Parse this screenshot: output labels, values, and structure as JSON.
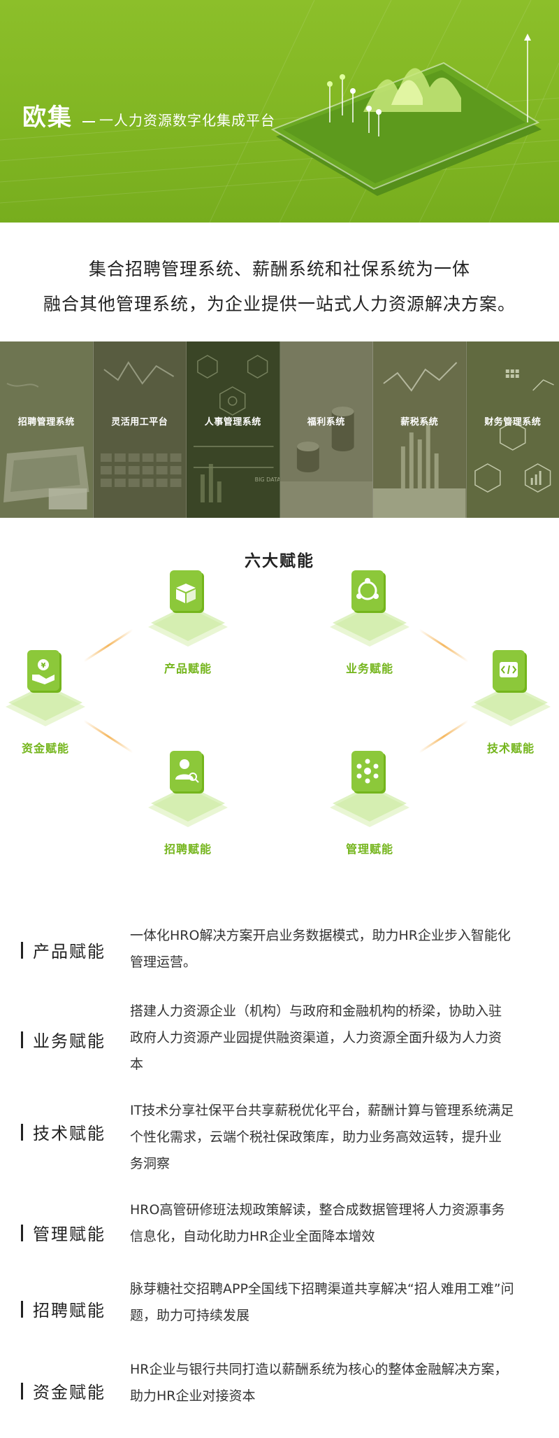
{
  "hero": {
    "brand": "欧集",
    "subtitle": "一人力资源数字化集成平台",
    "accent": "#80b522"
  },
  "intro": {
    "line1": "集合招聘管理系统、薪酬系统和社保系统为一体",
    "line2": "融合其他管理系统，为企业提供一站式人力资源解决方案。"
  },
  "systems": [
    {
      "label": "招聘管理系统",
      "icon": "laptop-icon"
    },
    {
      "label": "灵活用工平台",
      "icon": "keyboard-icon"
    },
    {
      "label": "人事管理系统",
      "icon": "hexagon-network-icon",
      "art_text": "BIG DATA"
    },
    {
      "label": "福利系统",
      "icon": "coins-icon"
    },
    {
      "label": "薪税系统",
      "icon": "bar-chart-icon"
    },
    {
      "label": "财务管理系统",
      "icon": "finance-hexagon-icon"
    }
  ],
  "six": {
    "title": "六大赋能",
    "nodes": [
      {
        "key": "product",
        "label": "产品赋能",
        "icon": "cube-icon"
      },
      {
        "key": "business",
        "label": "业务赋能",
        "icon": "cycle-icon"
      },
      {
        "key": "capital",
        "label": "资金赋能",
        "icon": "money-hand-icon"
      },
      {
        "key": "tech",
        "label": "技术赋能",
        "icon": "code-icon"
      },
      {
        "key": "recruit",
        "label": "招聘赋能",
        "icon": "user-search-icon"
      },
      {
        "key": "manage",
        "label": "管理赋能",
        "icon": "nodes-icon"
      }
    ],
    "colors": {
      "label": "#74b51c",
      "connector": "#f5b860",
      "tile": "#d6f0b0"
    }
  },
  "descriptions": [
    {
      "title": "产品赋能",
      "text": "一体化HRO解决方案开启业务数据模式，助力HR企业步入智能化管理运营。"
    },
    {
      "title": "业务赋能",
      "text": "搭建人力资源企业（机构）与政府和金融机构的桥梁，协助入驻政府人力资源产业园提供融资渠道，人力资源全面升级为人力资本"
    },
    {
      "title": "技术赋能",
      "text": "IT技术分享社保平台共享薪税优化平台，薪酬计算与管理系统满足个性化需求，云端个税社保政策库，助力业务高效运转，提升业务洞察"
    },
    {
      "title": "管理赋能",
      "text": "HRO高管研修班法规政策解读，整合成数据管理将人力资源事务信息化，自动化助力HR企业全面降本增效"
    },
    {
      "title": "招聘赋能",
      "text": "脉芽糖社交招聘APP全国线下招聘渠道共享解决“招人难用工难”问题，助力可持续发展"
    },
    {
      "title": "资金赋能",
      "text": "HR企业与银行共同打造以薪酬系统为核心的整体金融解决方案，助力HR企业对接资本"
    }
  ]
}
